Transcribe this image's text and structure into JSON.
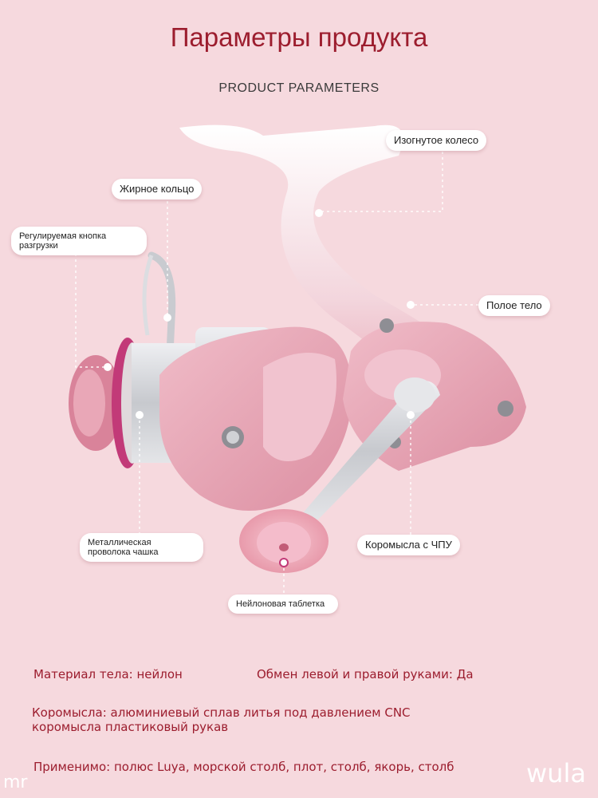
{
  "header": {
    "title": "Параметры продукта",
    "subtitle": "PRODUCT PARAMETERS"
  },
  "callouts": {
    "curved_wheel": "Изогнутое колесо",
    "grease_ring": "Жирное кольцо",
    "drag_knob": "Регулируемая кнопка разгрузки",
    "hollow_body": "Полое тело",
    "wire_cup": "Металлическая проволока чашка",
    "cnc_rocker": "Коромысла с ЧПУ",
    "nylon_tablet": "Нейлоновая таблетка"
  },
  "specs": {
    "body_material": "Материал тела: нейлон",
    "hand_swap": "Обмен левой и правой руками: Да",
    "rocker_line1": "Коромысла: алюминиевый сплав литья под давлением CNC",
    "rocker_line2": "коромысла пластиковый рукав",
    "applicable": "Применимо: полюс Luya, морской столб, плот, столб, якорь, столб"
  },
  "watermarks": {
    "left": "mr",
    "right": "wula"
  },
  "colors": {
    "background": "#f6d9de",
    "title": "#9c1d2e",
    "reel_pink": "#e8a4b3",
    "reel_silver": "#cfd1d6",
    "spool_magenta": "#c23a78"
  }
}
